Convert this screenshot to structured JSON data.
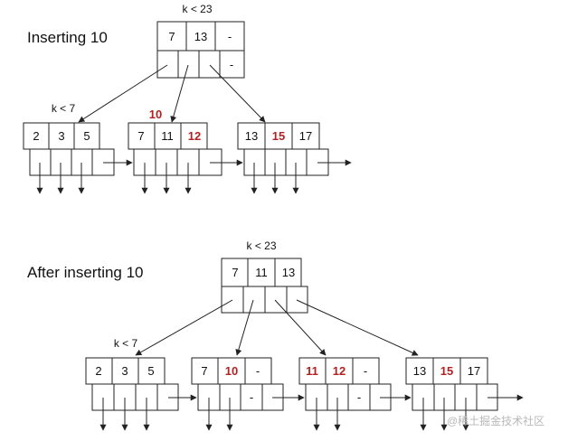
{
  "colors": {
    "line": "#222222",
    "highlight": "#b22222",
    "watermark": "#b8b8b8",
    "background": "#ffffff"
  },
  "top": {
    "title": "Inserting 10",
    "root_label": "k < 23",
    "root_keys": [
      "7",
      "13",
      "-"
    ],
    "child_label": "k < 7",
    "inserted_value": "10",
    "leaves": [
      {
        "keys": [
          "2",
          "3",
          "5"
        ],
        "highlight": []
      },
      {
        "keys": [
          "7",
          "11",
          "12"
        ],
        "highlight": [
          "12"
        ]
      },
      {
        "keys": [
          "13",
          "15",
          "17"
        ],
        "highlight": [
          "15"
        ]
      }
    ]
  },
  "bottom": {
    "title": "After inserting 10",
    "root_label": "k < 23",
    "root_keys": [
      "7",
      "11",
      "13"
    ],
    "child_label": "k < 7",
    "leaves": [
      {
        "keys": [
          "2",
          "3",
          "5"
        ],
        "highlight": []
      },
      {
        "keys": [
          "7",
          "10",
          "-"
        ],
        "highlight": [
          "10"
        ]
      },
      {
        "keys": [
          "11",
          "12",
          "-"
        ],
        "highlight": [
          "11",
          "12"
        ]
      },
      {
        "keys": [
          "13",
          "15",
          "17"
        ],
        "highlight": [
          "15"
        ]
      }
    ]
  },
  "watermark": "@稀土掘金技术社区"
}
